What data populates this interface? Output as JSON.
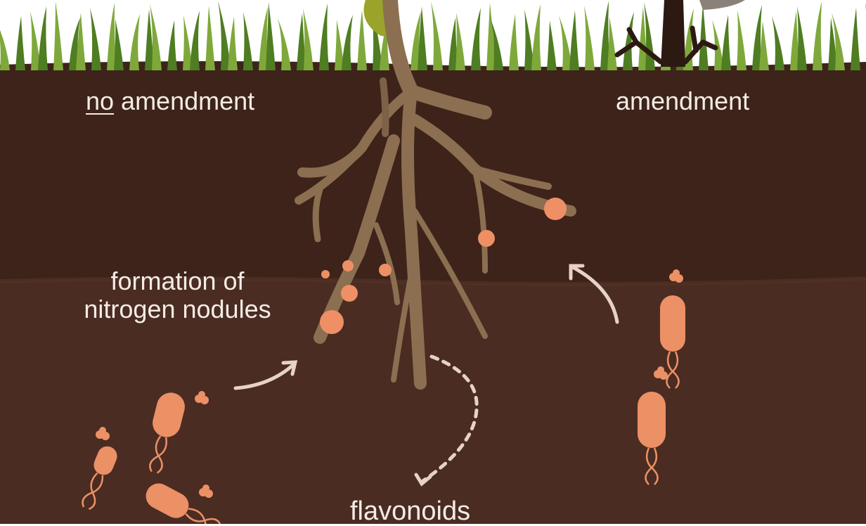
{
  "labels": {
    "no_prefix": "no",
    "no_rest": " amendment",
    "amendment": "amendment",
    "formation_line1": "formation of",
    "formation_line2": "nitrogen nodules",
    "flavonoids": "flavonoids"
  },
  "colors": {
    "sky": "#ffffff",
    "grass_dark": "#4f7d22",
    "grass_light": "#7fa83a",
    "soil_top": "#3f241b",
    "soil_bottom": "#4a2c22",
    "soil_band": "#4e3025",
    "root": "#8b6f50",
    "nodule": "#ef8f66",
    "bacteria": "#ec9066",
    "arrow": "#e7d2c8",
    "text": "#f4ece6"
  },
  "icons": {
    "bacteria": "rod-bacterium-icon",
    "nodule": "nodule-dot-icon",
    "arrow": "curved-arrow-icon"
  }
}
